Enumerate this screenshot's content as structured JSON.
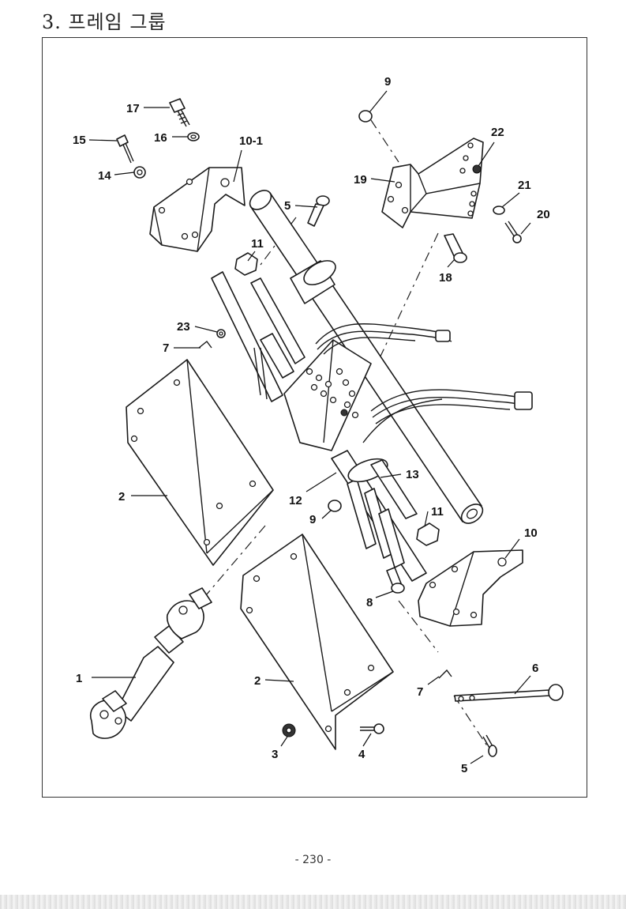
{
  "page": {
    "title": "3. 프레임 그룹",
    "page_number": "- 230 -"
  },
  "callouts": {
    "c1": "1",
    "c2a": "2",
    "c2b": "2",
    "c3": "3",
    "c4": "4",
    "c5a": "5",
    "c5b": "5",
    "c6": "6",
    "c7a": "7",
    "c7b": "7",
    "c8": "8",
    "c9a": "9",
    "c9b": "9",
    "c10": "10",
    "c10_1": "10-1",
    "c11a": "11",
    "c11b": "11",
    "c12": "12",
    "c13": "13",
    "c14": "14",
    "c15": "15",
    "c16": "16",
    "c17": "17",
    "c18": "18",
    "c19": "19",
    "c20": "20",
    "c21": "21",
    "c22": "22",
    "c23": "23"
  }
}
